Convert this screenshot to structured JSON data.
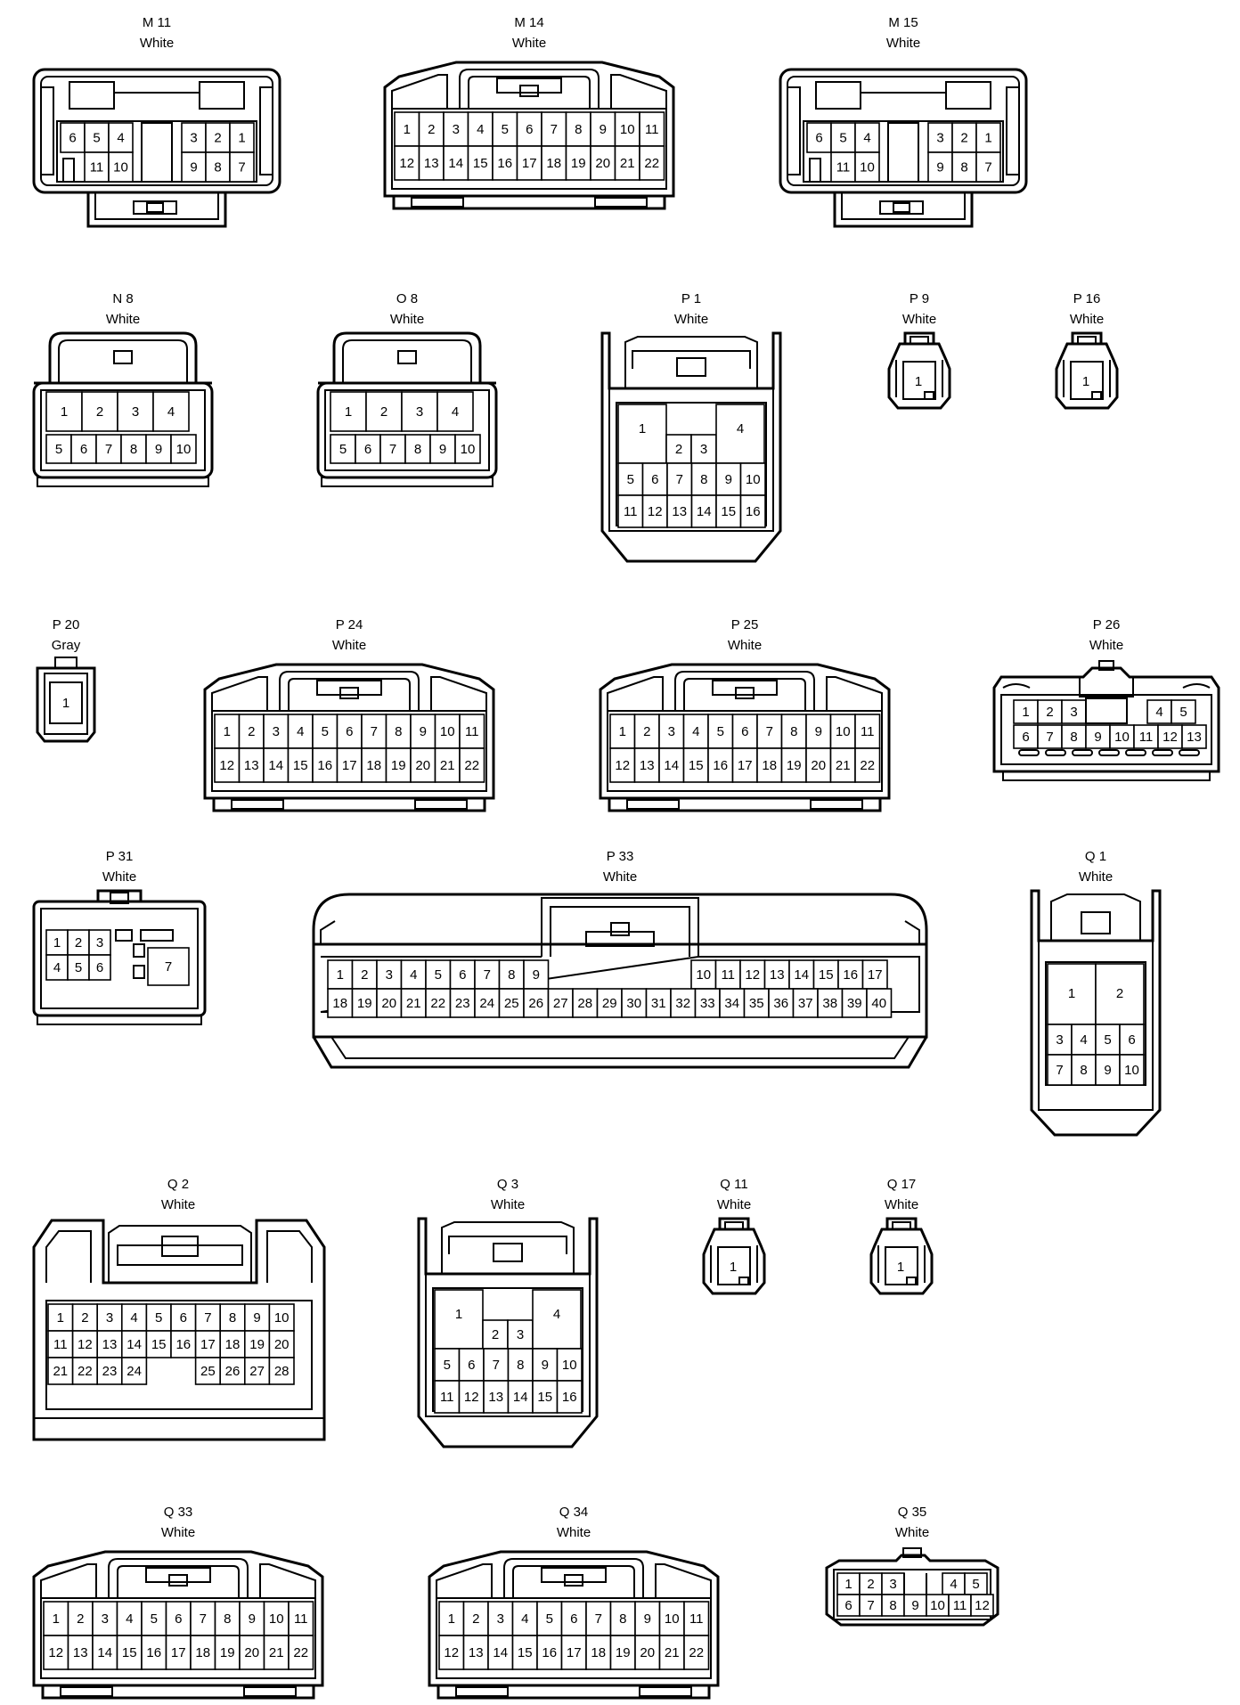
{
  "colors": {
    "line": "#000000",
    "background": "#ffffff"
  },
  "connectors": [
    {
      "id": "M 11",
      "color": "White"
    },
    {
      "id": "M 14",
      "color": "White"
    },
    {
      "id": "M 15",
      "color": "White"
    },
    {
      "id": "N 8",
      "color": "White"
    },
    {
      "id": "O 8",
      "color": "White"
    },
    {
      "id": "P 1",
      "color": "White"
    },
    {
      "id": "P 9",
      "color": "White"
    },
    {
      "id": "P 16",
      "color": "White"
    },
    {
      "id": "P 20",
      "color": "Gray"
    },
    {
      "id": "P 24",
      "color": "White"
    },
    {
      "id": "P 25",
      "color": "White"
    },
    {
      "id": "P 26",
      "color": "White"
    },
    {
      "id": "P 31",
      "color": "White"
    },
    {
      "id": "P 33",
      "color": "White"
    },
    {
      "id": "Q 1",
      "color": "White"
    },
    {
      "id": "Q 2",
      "color": "White"
    },
    {
      "id": "Q 3",
      "color": "White"
    },
    {
      "id": "Q 11",
      "color": "White"
    },
    {
      "id": "Q 17",
      "color": "White"
    },
    {
      "id": "Q 33",
      "color": "White"
    },
    {
      "id": "Q 34",
      "color": "White"
    },
    {
      "id": "Q 35",
      "color": "White"
    }
  ]
}
